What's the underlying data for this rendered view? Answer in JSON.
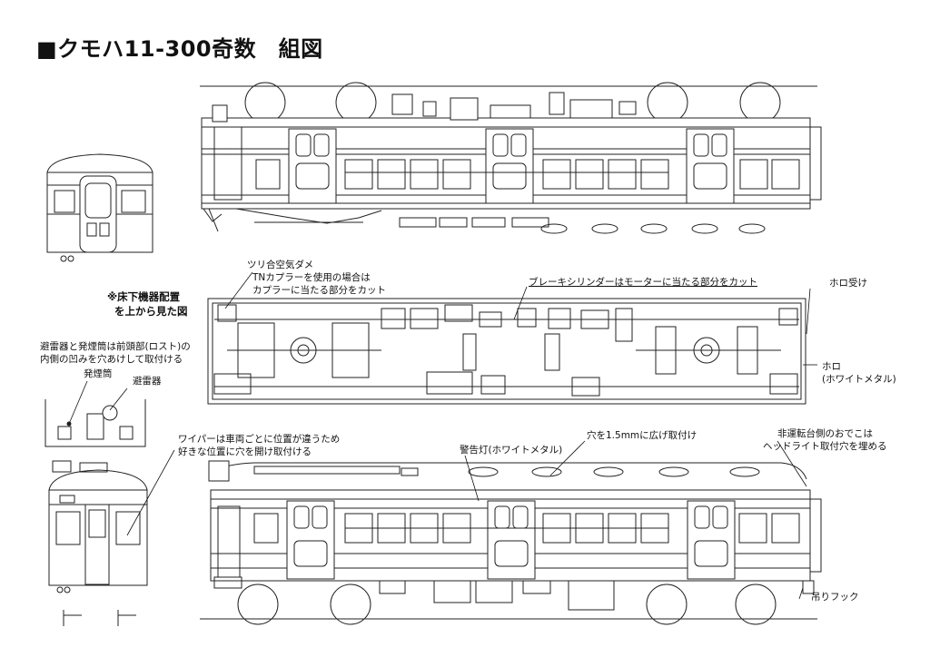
{
  "title": "■クモハ11-300奇数　組図",
  "labels": {
    "tsuri_kuki_dame": "ツリ合空気ダメ",
    "tn_coupler_1": "TNカプラーを使用の場合は",
    "tn_coupler_2": "カプラーに当たる部分をカット",
    "underfloor_1": "※床下機器配置",
    "underfloor_2": "を上から見た図",
    "brake_cylinder": "ブレーキシリンダーはモーターに当たる部分をカット",
    "horo_uke": "ホロ受け",
    "horo_1": "ホロ",
    "horo_2": "(ホワイトメタル)",
    "arrester_1": "避雷器と発煙筒は前頭部(ロスト)の",
    "arrester_2": "内側の凹みを穴あけして取付ける",
    "hatsuentou": "発煙筒",
    "hiraiki": "避雷器",
    "wiper_1": "ワイパーは車両ごとに位置が違うため",
    "wiper_2": "好きな位置に穴を開け取付ける",
    "keikokutou": "警告灯(ホワイトメタル)",
    "ana": "穴を1.5mmに広げ取付け",
    "hiunten_1": "非運転台側のおでこは",
    "hiunten_2": "ヘッドライト取付穴を埋める",
    "tsuri_hook": "吊りフック"
  }
}
